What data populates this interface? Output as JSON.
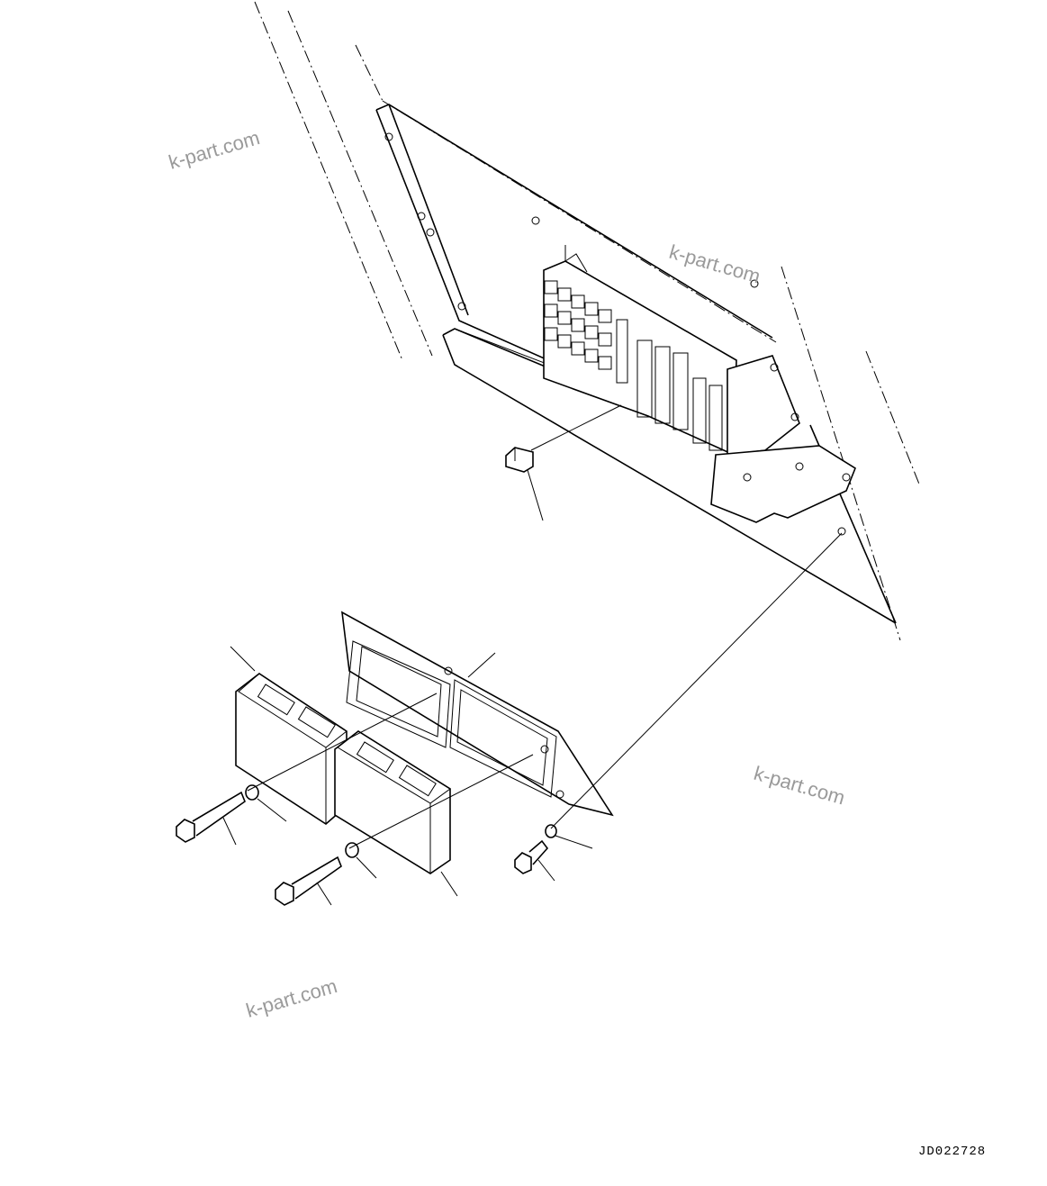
{
  "watermarks": [
    "k-part.com",
    "k-part.com",
    "k-part.com",
    "k-part.com"
  ],
  "drawing_code": "JD022728"
}
